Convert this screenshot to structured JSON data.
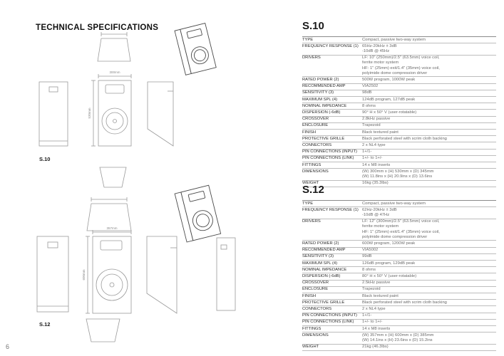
{
  "page": {
    "title": "TECHNICAL SPECIFICATIONS",
    "number": "6"
  },
  "drawings": {
    "s10": {
      "label": "S.10",
      "width_label": "300mm",
      "height_label": "530mm"
    },
    "s12": {
      "label": "S.12",
      "width_label": "357mm",
      "height_label": "600mm"
    }
  },
  "models": [
    {
      "name": "S.10",
      "specs": [
        {
          "label": "TYPE",
          "lines": [
            "Compact, passive two-way system"
          ]
        },
        {
          "label": "FREQUENCY RESPONSE (1)",
          "lines": [
            "65Hz-20kHz ± 3dB",
            "-10dB @ 45Hz"
          ]
        },
        {
          "label": "DRIVERS",
          "lines": [
            "LF: 10\" (250mm)/2.5\" (63.5mm) voice coil,",
            "ferrite motor system",
            "HF: 1\" (25mm) exit/1.4\" (35mm) voice coil,",
            "polyimide dome compression driver"
          ]
        },
        {
          "label": "RATED POWER (2)",
          "lines": [
            "500W program, 1000W peak"
          ]
        },
        {
          "label": "RECOMMENDED AMP",
          "lines": [
            "VIA2502"
          ]
        },
        {
          "label": "SENSITIVITY (3)",
          "lines": [
            "98dB"
          ]
        },
        {
          "label": "MAXIMUM SPL (4)",
          "lines": [
            "124dB program, 127dB peak"
          ]
        },
        {
          "label": "NOMINAL IMPEDANCE",
          "lines": [
            "8 ohms"
          ]
        },
        {
          "label": "DISPERSION (-6dB)",
          "lines": [
            "90° H x 50° V (user-rotatable)"
          ]
        },
        {
          "label": "CROSSOVER",
          "lines": [
            "2.8kHz passive"
          ]
        },
        {
          "label": "ENCLOSURE",
          "lines": [
            "Trapezoid"
          ]
        },
        {
          "label": "FINISH",
          "lines": [
            "Black textured paint"
          ]
        },
        {
          "label": "PROTECTIVE GRILLE",
          "lines": [
            "Black perforated steel with scrim cloth backing"
          ]
        },
        {
          "label": "CONNECTORS",
          "lines": [
            "2 x NL4 type"
          ]
        },
        {
          "label": "PIN CONNECTIONS (INPUT)",
          "lines": [
            "1+/1-"
          ]
        },
        {
          "label": "PIN CONNECTIONS (LINK)",
          "lines": [
            "1+/- to 1+/-"
          ]
        },
        {
          "label": "FITTINGS",
          "lines": [
            "14 x M8 inserts"
          ]
        },
        {
          "label": "DIMENSIONS",
          "lines": [
            "(W) 300mm x (H) 530mm x (D) 345mm",
            "(W) 11.8ins x (H) 20.9ins x (D) 13.6ins"
          ]
        },
        {
          "label": "WEIGHT",
          "lines": [
            "16kg (35.3lbs)"
          ]
        }
      ]
    },
    {
      "name": "S.12",
      "specs": [
        {
          "label": "TYPE",
          "lines": [
            "Compact, passive two-way system"
          ]
        },
        {
          "label": "FREQUENCY RESPONSE (1)",
          "lines": [
            "62Hz-20kHz ± 3dB",
            "-10dB @ 47Hz"
          ]
        },
        {
          "label": "DRIVERS",
          "lines": [
            "LF: 12\" (300mm)/2.5\" (63.5mm) voice coil,",
            "ferrite motor system",
            "HF: 1\" (25mm) exit/1.4\" (35mm) voice coil,",
            "polyimide dome compression driver"
          ]
        },
        {
          "label": "RATED POWER (2)",
          "lines": [
            "600W program, 1200W peak"
          ]
        },
        {
          "label": "RECOMMENDED AMP",
          "lines": [
            "VIA5002"
          ]
        },
        {
          "label": "SENSITIVITY (3)",
          "lines": [
            "99dB"
          ]
        },
        {
          "label": "MAXIMUM SPL (4)",
          "lines": [
            "126dB program, 129dB peak"
          ]
        },
        {
          "label": "NOMINAL IMPEDANCE",
          "lines": [
            "8 ohms"
          ]
        },
        {
          "label": "DISPERSION (-6dB)",
          "lines": [
            "80° H x 50° V (user-rotatable)"
          ]
        },
        {
          "label": "CROSSOVER",
          "lines": [
            "2.5kHz passive"
          ]
        },
        {
          "label": "ENCLOSURE",
          "lines": [
            "Trapezoid"
          ]
        },
        {
          "label": "FINISH",
          "lines": [
            "Black textured paint"
          ]
        },
        {
          "label": "PROTECTIVE GRILLE",
          "lines": [
            "Black perforated steel with scrim cloth backing"
          ]
        },
        {
          "label": "CONNECTORS",
          "lines": [
            "2 x NL4 type"
          ]
        },
        {
          "label": "PIN CONNECTIONS (INPUT)",
          "lines": [
            "1+/1-"
          ]
        },
        {
          "label": "PIN CONNECTIONS (LINK)",
          "lines": [
            "1+/- to 1+/-"
          ]
        },
        {
          "label": "FITTINGS",
          "lines": [
            "14 x M8 inserts"
          ]
        },
        {
          "label": "DIMENSIONS",
          "lines": [
            "(W) 357mm x (H) 600mm x (D) 385mm",
            "(W) 14.1ins x (H) 23.6ins x (D) 15.2ins"
          ]
        },
        {
          "label": "WEIGHT",
          "lines": [
            "21kg (46.3lbs)"
          ]
        }
      ]
    }
  ]
}
